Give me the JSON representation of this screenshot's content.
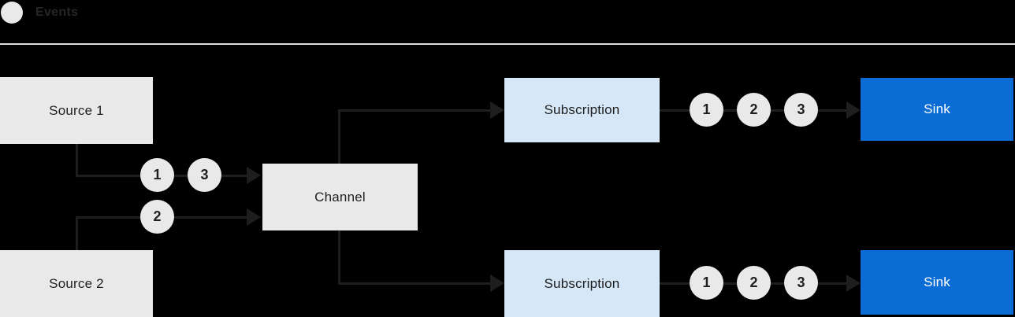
{
  "legend": {
    "label": "Events"
  },
  "colors": {
    "background": "#000000",
    "box_gray": "#e9e9e9",
    "box_blue_light": "#d6e7f8",
    "box_blue": "#0a6cd4",
    "line": "#1e1e1e",
    "divider": "#dcdcdc",
    "text_dark": "#1f1f1f",
    "text_white": "#ffffff",
    "legend_text": "#262626"
  },
  "nodes": {
    "source1": {
      "label": "Source 1"
    },
    "source2": {
      "label": "Source 2"
    },
    "channel": {
      "label": "Channel"
    },
    "subscription_top": {
      "label": "Subscription"
    },
    "subscription_bottom": {
      "label": "Subscription"
    },
    "sink_top": {
      "label": "Sink"
    },
    "sink_bottom": {
      "label": "Sink"
    }
  },
  "events": {
    "source1_to_channel": [
      "1",
      "3"
    ],
    "source2_to_channel": [
      "2"
    ],
    "subscription_top_to_sink": [
      "1",
      "2",
      "3"
    ],
    "subscription_bottom_to_sink": [
      "1",
      "2",
      "3"
    ]
  }
}
